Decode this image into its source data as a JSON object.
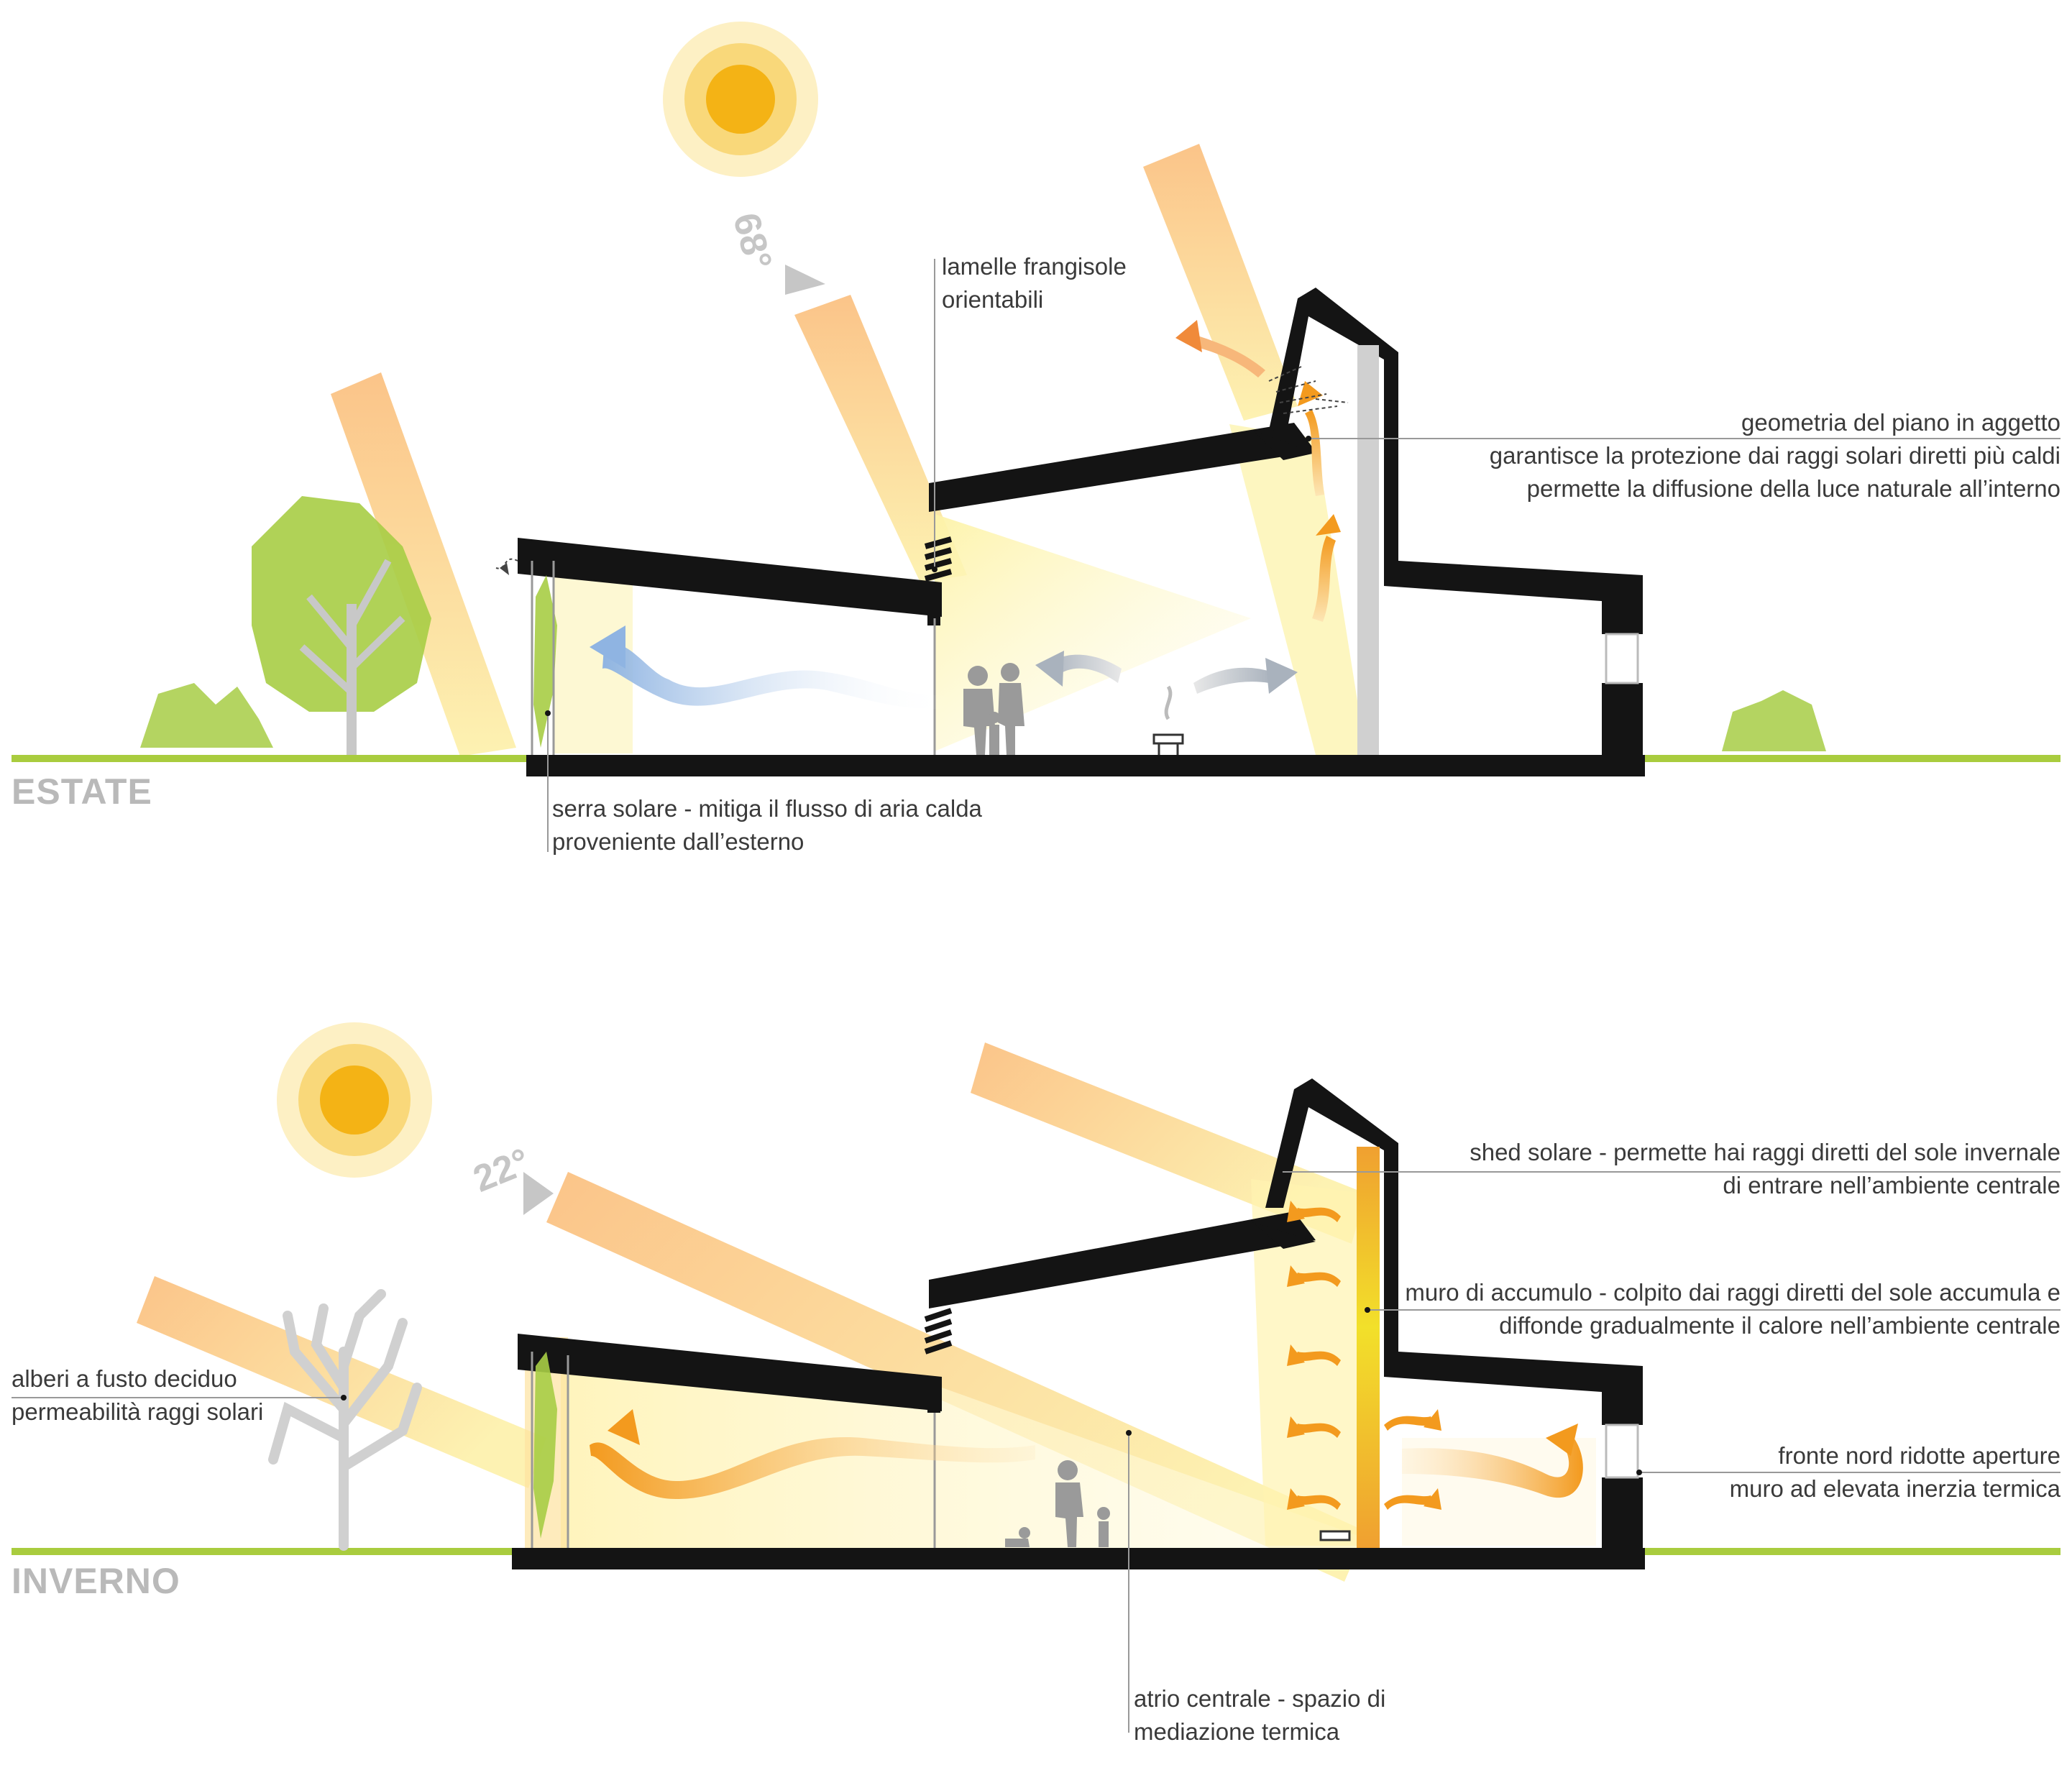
{
  "summer": {
    "season_label": "ESTATE",
    "sun_angle": "68°",
    "labels": {
      "louvers": [
        "lamelle frangisole",
        "orientabili"
      ],
      "overhang": [
        "geometria del piano in aggetto",
        "garantisce la protezione dai raggi solari diretti più caldi",
        "permette la diffusione della luce naturale all’interno"
      ],
      "greenhouse": [
        "serra solare - mitiga il flusso di aria calda",
        "proveniente dall’esterno"
      ]
    }
  },
  "winter": {
    "season_label": "INVERNO",
    "sun_angle": "22°",
    "labels": {
      "shed": [
        "shed solare - permette hai raggi diretti del sole invernale",
        "di entrare nell’ambiente centrale"
      ],
      "storage_wall": [
        "muro di accumulo - colpito dai raggi diretti del sole accumula e",
        "diffonde gradualmente il calore nell’ambiente centrale"
      ],
      "north_front": [
        "fronte nord ridotte aperture",
        "muro ad elevata inerzia termica"
      ],
      "trees": [
        "alberi a fusto deciduo",
        "permeabilità raggi solari"
      ],
      "atrium": [
        "atrio centrale - spazio di",
        "mediazione termica"
      ]
    }
  },
  "colors": {
    "ground": "#a9cc3e",
    "structure": "#141414",
    "sun_core": "#f4b315",
    "sun_mid": "#f9d87a",
    "sun_outer": "#fdf0c4",
    "ray_top": "#fbc489",
    "ray_bottom": "#fdf2b2",
    "warm_arrow": "#f5a623",
    "cool_arrow": "#a8c8e8",
    "storage_wall_top": "#f0a030",
    "storage_wall_mid": "#f2e02a",
    "tree_green": "#a7cd45",
    "trunk": "#c8c8c8",
    "text_gray": "#b9b9b9"
  }
}
